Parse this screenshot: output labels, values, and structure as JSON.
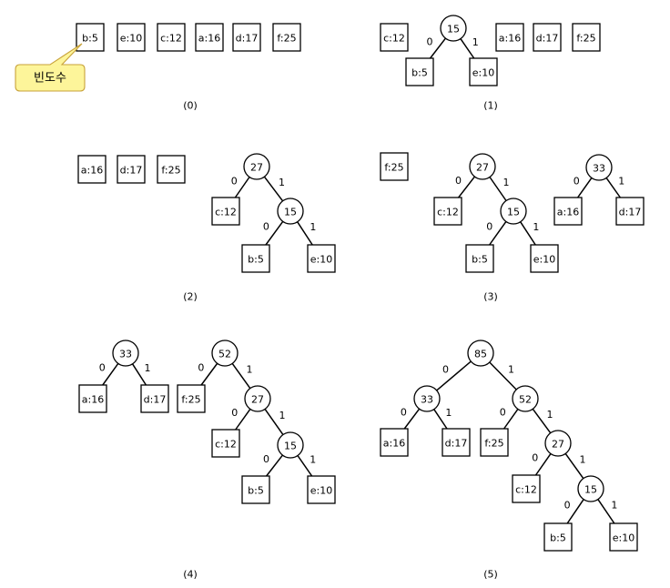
{
  "callout": {
    "text": "빈도수"
  },
  "stages": [
    {
      "label": "(0)"
    },
    {
      "label": "(1)"
    },
    {
      "label": "(2)"
    },
    {
      "label": "(3)"
    },
    {
      "label": "(4)"
    },
    {
      "label": "(5)"
    }
  ],
  "nodes": {
    "b5": "b:5",
    "e10": "e:10",
    "c12": "c:12",
    "a16": "a:16",
    "d17": "d:17",
    "f25": "f:25",
    "n15": "15",
    "n27": "27",
    "n33": "33",
    "n52": "52",
    "n85": "85"
  },
  "edge_labels": {
    "left": "0",
    "right": "1"
  }
}
